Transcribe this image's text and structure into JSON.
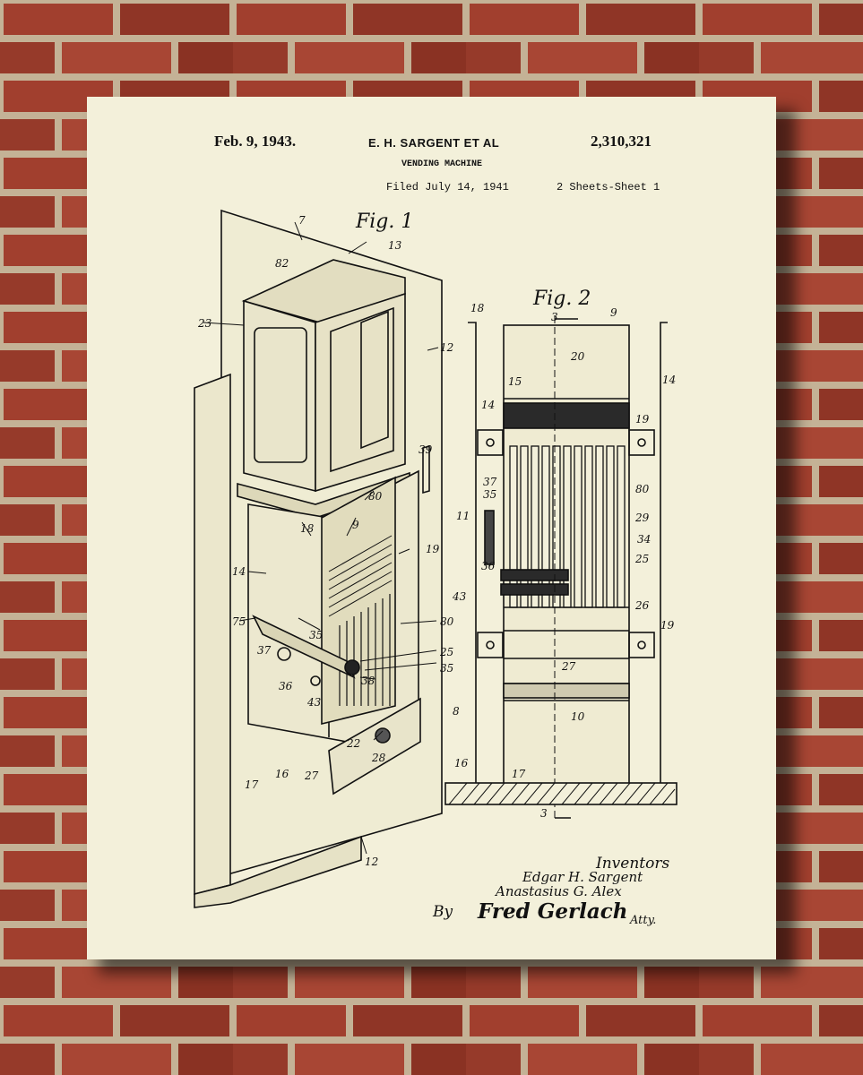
{
  "patent": {
    "date": "Feb. 9, 1943.",
    "inventor_header": "E. H. SARGENT ET AL",
    "number": "2,310,321",
    "title": "VENDING MACHINE",
    "filed": "Filed July 14, 1941",
    "sheets": "2 Sheets-Sheet 1"
  },
  "figures": {
    "fig1": "Fig. 1",
    "fig2": "Fig. 2"
  },
  "fig1_callouts": [
    "7",
    "13",
    "82",
    "23",
    "12",
    "39",
    "80",
    "9",
    "18",
    "19",
    "14",
    "75",
    "35",
    "80",
    "37",
    "36",
    "43",
    "38",
    "25",
    "35",
    "16",
    "17",
    "27",
    "22",
    "28",
    "12"
  ],
  "fig2_callouts": [
    "18",
    "9",
    "3",
    "20",
    "14",
    "15",
    "14",
    "19",
    "37",
    "35",
    "11",
    "36",
    "80",
    "29",
    "34",
    "25",
    "43",
    "26",
    "19",
    "27",
    "10",
    "8",
    "16",
    "17",
    "3"
  ],
  "signature": {
    "heading": "Inventors",
    "name1": "Edgar H. Sargent",
    "name2": "Anastasius G. Alex",
    "by": "By",
    "attorney": "Fred Gerlach",
    "atty": "Atty."
  },
  "colors": {
    "wall_brick": "#9a3b2c",
    "mortar": "#c7b59b",
    "paper": "#f3f0da",
    "ink": "#111111"
  }
}
